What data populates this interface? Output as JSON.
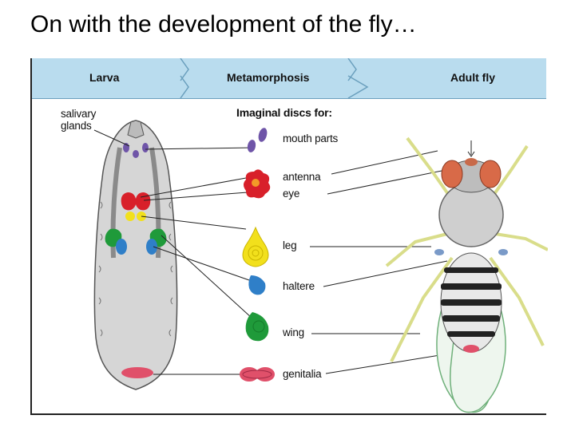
{
  "slide": {
    "title": "On with the development of the fly…"
  },
  "stages": [
    "Larva",
    "Metamorphosis",
    "Adult fly"
  ],
  "labels": {
    "salivary_glands_line1": "salivary",
    "salivary_glands_line2": "glands",
    "imaginal_discs_heading": "Imaginal discs for:"
  },
  "discs": [
    {
      "name": "mouth parts",
      "color": "#6f55a8"
    },
    {
      "name": "antenna",
      "color": "#d8202a"
    },
    {
      "name": "eye",
      "color": "#d8202a"
    },
    {
      "name": "leg",
      "color": "#f2e01c"
    },
    {
      "name": "haltere",
      "color": "#2f7fc8"
    },
    {
      "name": "wing",
      "color": "#1f9a3a"
    },
    {
      "name": "genitalia",
      "color": "#e0506a"
    }
  ],
  "colors": {
    "banner": "#b9dcee",
    "larva_body": "#d6d6d6",
    "fly_eye": "#d86a48",
    "fly_leg": "#d9dd8a"
  }
}
